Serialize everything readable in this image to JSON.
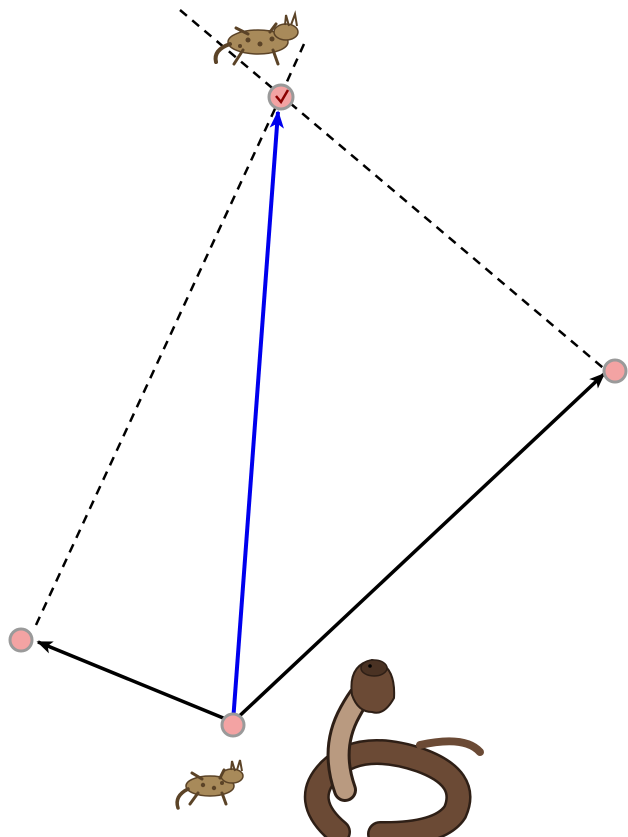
{
  "colors": {
    "background": "#ffffff",
    "resultant_vector": "#0000ee",
    "component_vector": "#000000",
    "construction_line": "#000000",
    "point_fill": "#f3a3a3",
    "point_stroke": "#9a9a9a",
    "lizard_body": "#a88a5a",
    "lizard_dark": "#5b4327",
    "snake_body": "#6b4a35",
    "snake_belly": "#b99a80",
    "snake_dark": "#2e1f16"
  },
  "figure": {
    "points": [
      "origin",
      "left-endpoint",
      "right-endpoint",
      "sum-endpoint"
    ],
    "vectors": [
      {
        "name": "left-vector",
        "style": "black-arrow"
      },
      {
        "name": "right-vector",
        "style": "black-arrow"
      },
      {
        "name": "resultant-vector",
        "style": "blue-arrow"
      }
    ],
    "construction_lines": [
      "dashed-left-parallel",
      "dashed-right-parallel"
    ],
    "icons": [
      "horned-lizard-top-icon",
      "horned-lizard-bottom-icon",
      "cobra-icon"
    ]
  }
}
